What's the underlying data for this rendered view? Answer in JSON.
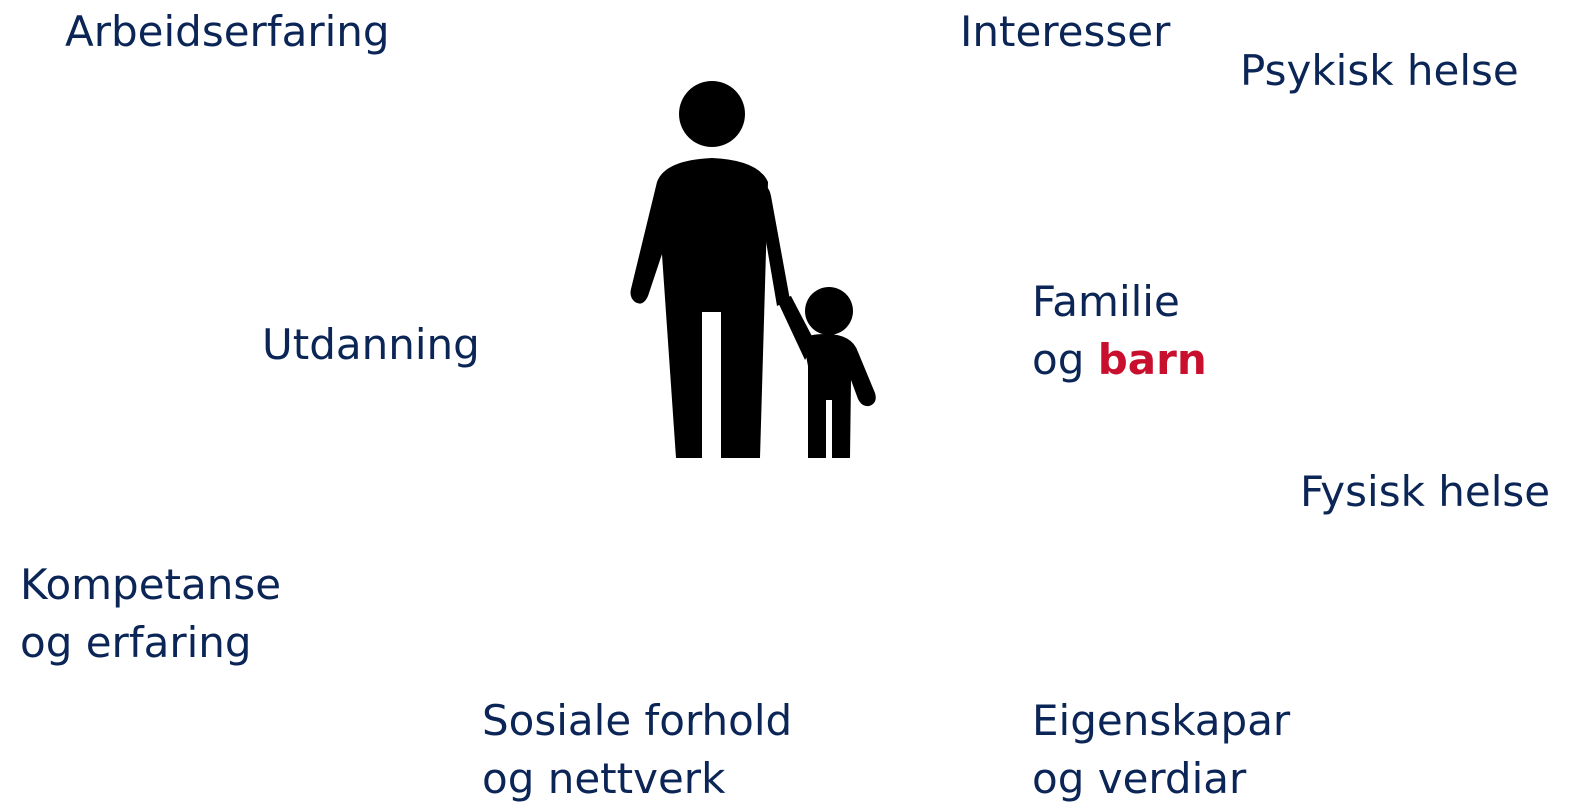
{
  "labels": {
    "arbeidserfaring": "Arbeidserfaring",
    "interesser": "Interesser",
    "psykisk_helse": "Psykisk helse",
    "utdanning": "Utdanning",
    "familie": {
      "line1": "Familie",
      "line2_prefix": "og ",
      "line2_highlight": "barn"
    },
    "fysisk_helse": "Fysisk helse",
    "kompetanse": {
      "line1": "Kompetanse",
      "line2": "og erfaring"
    },
    "sosiale": {
      "line1": "Sosiale forhold",
      "line2": "og nettverk"
    },
    "eigenskapar": {
      "line1": "Eigenskapar",
      "line2": "og verdiar"
    }
  },
  "icon": "parent-and-child-icon",
  "colors": {
    "text": "#0b2556",
    "highlight": "#c8102e",
    "icon": "#000000"
  }
}
